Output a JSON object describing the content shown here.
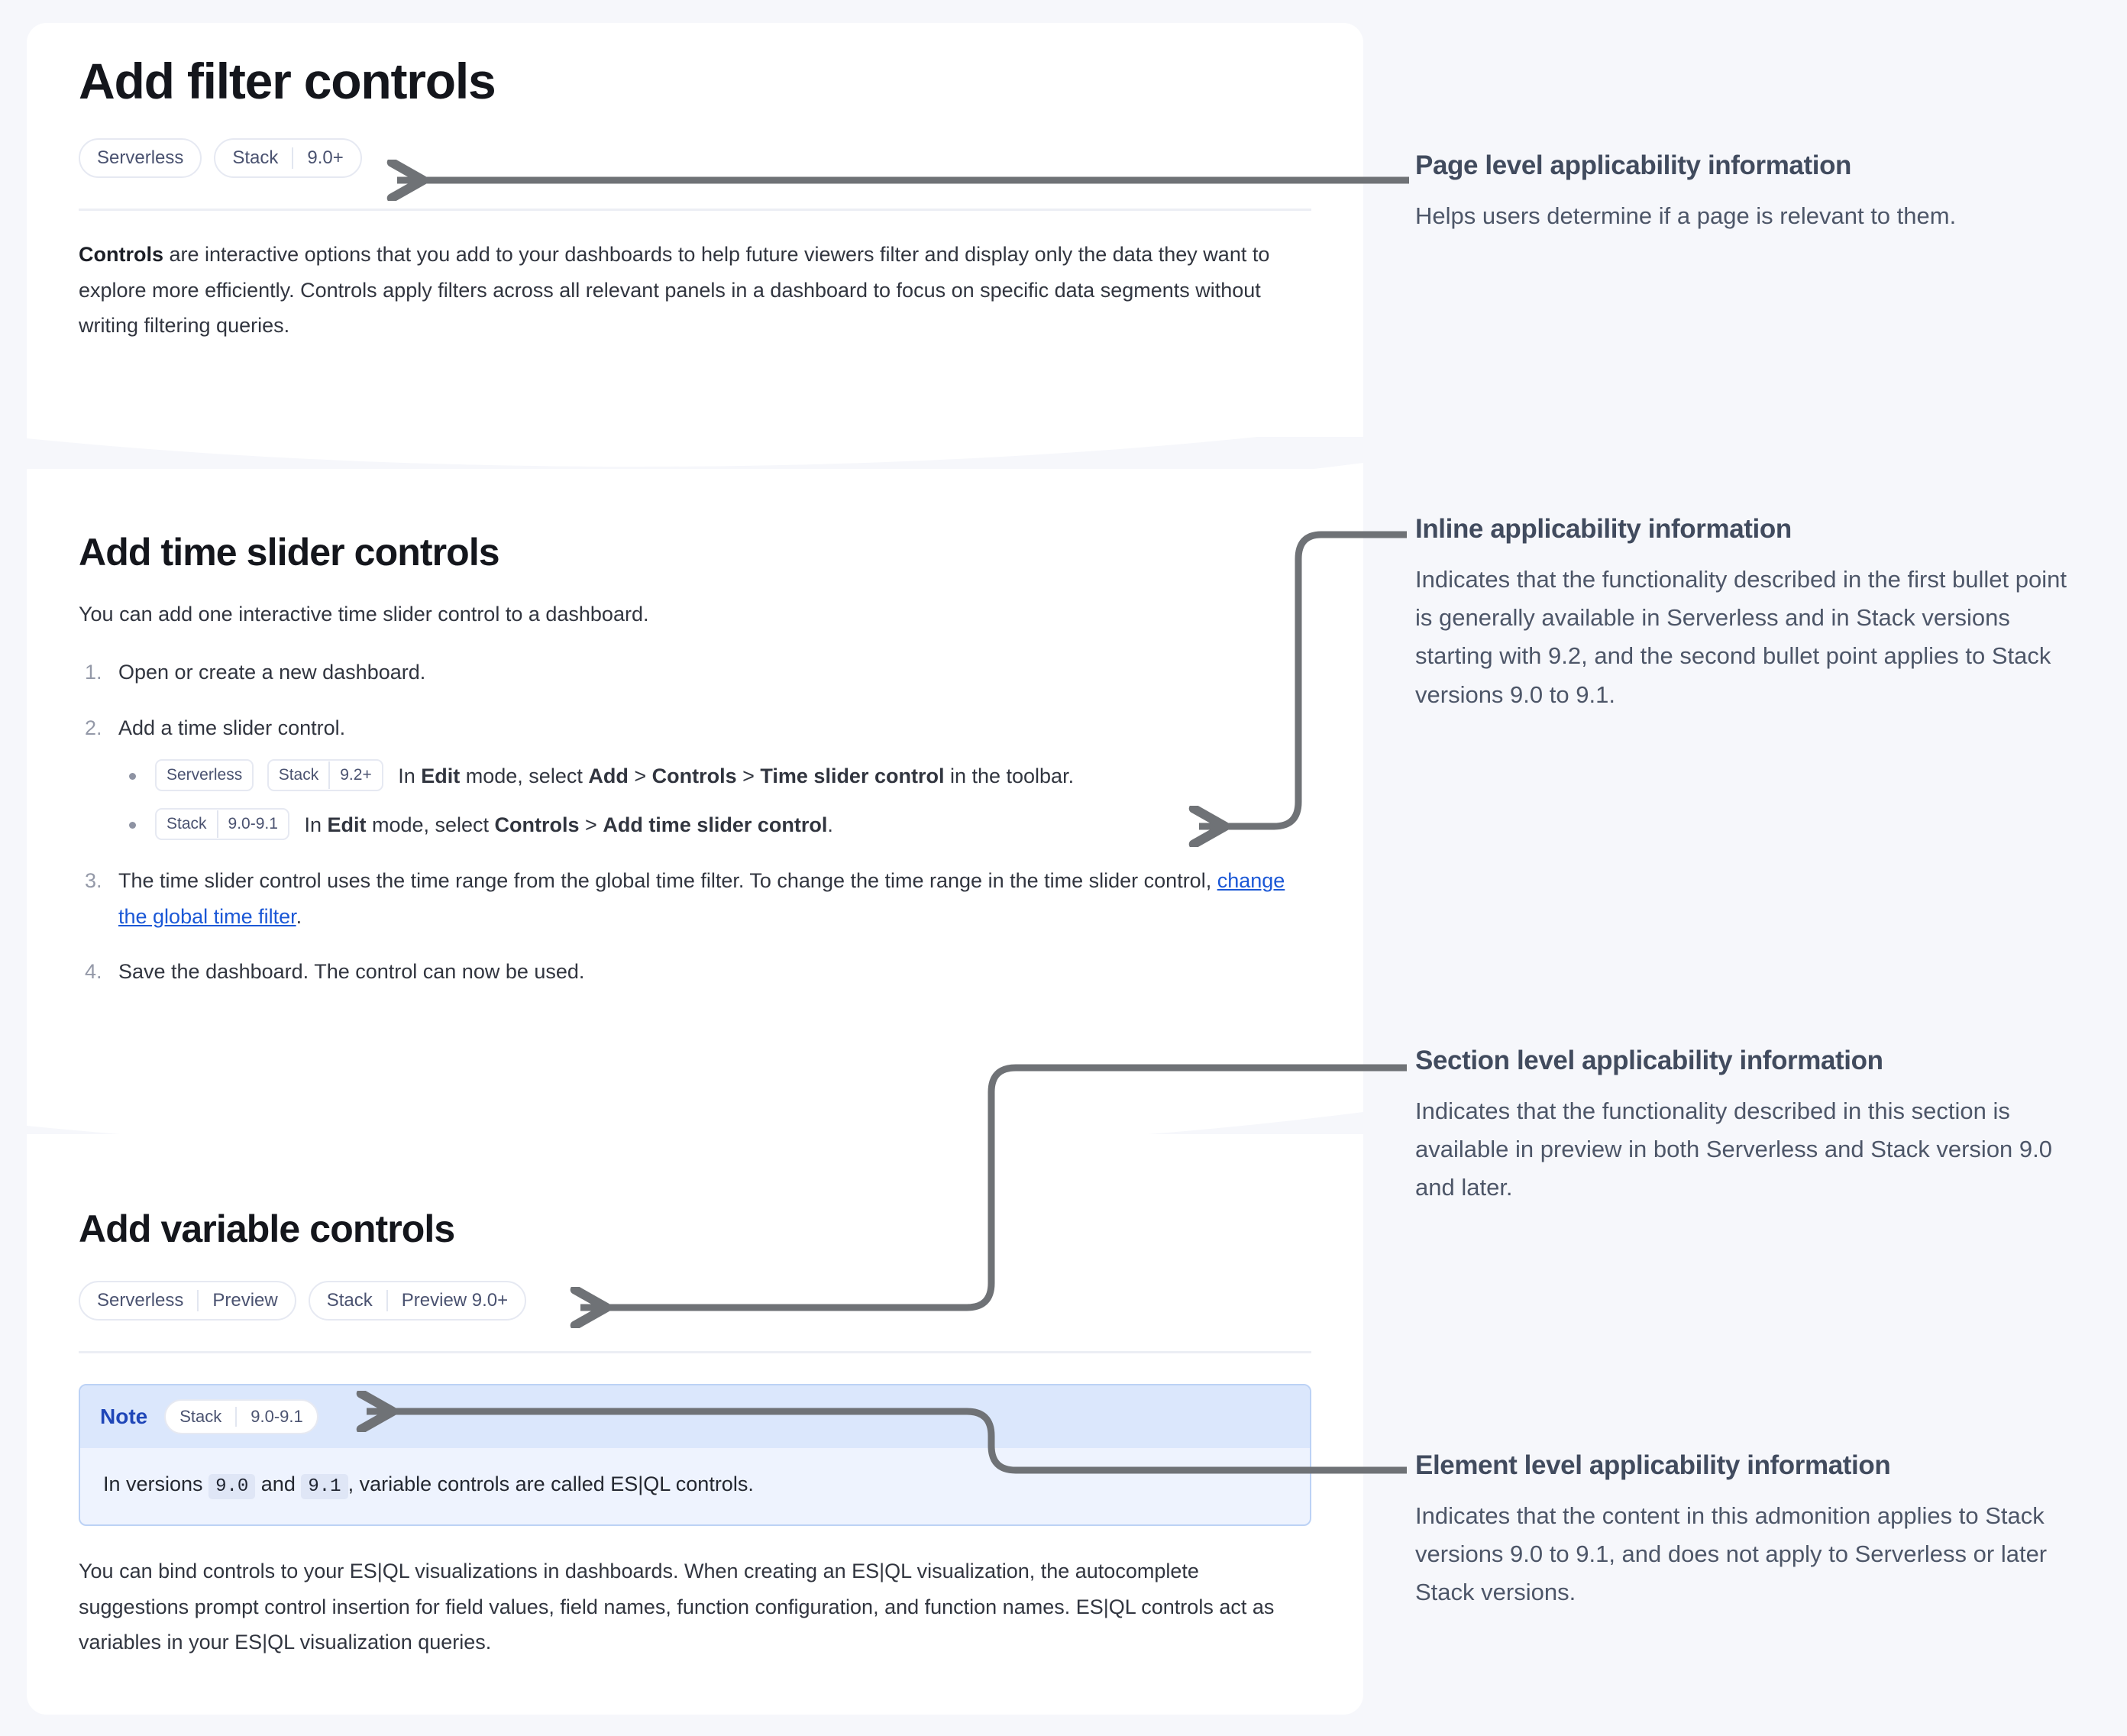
{
  "page": {
    "title": "Add filter controls",
    "applicability": [
      {
        "segments": [
          "Serverless"
        ]
      },
      {
        "segments": [
          "Stack",
          "9.0+"
        ]
      }
    ],
    "intro": {
      "lead": "Controls",
      "rest": " are interactive options that you add to your dashboards to help future viewers filter and display only the data they want to explore more efficiently. Controls apply filters across all relevant panels in a dashboard to focus on specific data segments without writing filtering queries."
    }
  },
  "section_time_slider": {
    "heading": "Add time slider controls",
    "intro": "You can add one interactive time slider control to a dashboard.",
    "steps": [
      {
        "num": "1.",
        "text": "Open or create a new dashboard."
      },
      {
        "num": "2.",
        "text": "Add a time slider control."
      },
      {
        "num": "3.",
        "text_before": "The time slider control uses the time range from the global time filter. To change the time range in the time slider control, ",
        "link": "change the global time filter",
        "text_after": "."
      },
      {
        "num": "4.",
        "text": "Save the dashboard. The control can now be used."
      }
    ],
    "bullets": [
      {
        "badges": [
          {
            "segments": [
              "Serverless"
            ]
          },
          {
            "segments": [
              "Stack",
              "9.2+"
            ]
          }
        ],
        "parts": [
          {
            "t": "In ",
            "b": false
          },
          {
            "t": "Edit",
            "b": true
          },
          {
            "t": " mode, select ",
            "b": false
          },
          {
            "t": "Add",
            "b": true
          },
          {
            "t": " > ",
            "b": false
          },
          {
            "t": "Controls",
            "b": true
          },
          {
            "t": " > ",
            "b": false
          },
          {
            "t": "Time slider control",
            "b": true
          },
          {
            "t": " in the toolbar.",
            "b": false
          }
        ]
      },
      {
        "badges": [
          {
            "segments": [
              "Stack",
              "9.0-9.1"
            ]
          }
        ],
        "parts": [
          {
            "t": "In ",
            "b": false
          },
          {
            "t": "Edit",
            "b": true
          },
          {
            "t": " mode, select ",
            "b": false
          },
          {
            "t": "Controls",
            "b": true
          },
          {
            "t": " > ",
            "b": false
          },
          {
            "t": "Add time slider control",
            "b": true
          },
          {
            "t": ".",
            "b": false
          }
        ]
      }
    ]
  },
  "section_variable": {
    "heading": "Add variable controls",
    "applicability": [
      {
        "segments": [
          "Serverless",
          "Preview"
        ]
      },
      {
        "segments": [
          "Stack",
          "Preview 9.0+"
        ]
      }
    ],
    "note": {
      "title": "Note",
      "badge": {
        "segments": [
          "Stack",
          "9.0-9.1"
        ]
      },
      "body_before": "In versions ",
      "code_1": "9.0",
      "body_mid": " and ",
      "code_2": "9.1",
      "body_after": ", variable controls are called ES|QL controls."
    },
    "paragraph": "You can bind controls to your ES|QL visualizations in dashboards. When creating an ES|QL visualization, the autocomplete suggestions prompt control insertion for field values, field names, function configuration, and function names. ES|QL controls act as variables in your ES|QL visualization queries."
  },
  "annotations": [
    {
      "title": "Page level applicability information",
      "text": "Helps users determine if a page is relevant to them."
    },
    {
      "title": "Inline applicability information",
      "text": "Indicates that the functionality described in the first bullet point is generally available in Serverless and in Stack versions starting with 9.2, and the second bullet point applies to Stack versions 9.0 to 9.1."
    },
    {
      "title": "Section level applicability information",
      "text": "Indicates that the functionality described in this section is available in preview in both Serverless and Stack version 9.0 and later."
    },
    {
      "title": "Element level applicability information",
      "text": "Indicates that the content in this admonition applies to Stack versions 9.0 to 9.1, and does not apply to Serverless or later Stack versions."
    }
  ],
  "colors": {
    "page_background": "#f6f7fb",
    "panel_background": "#ffffff",
    "connector": "#6f7276",
    "link": "#1a57d6",
    "note_header": "#dbe7fc",
    "note_body": "#eef3fe",
    "note_border": "#bcd2f5",
    "note_title": "#1f46b8",
    "badge_text": "#4a5270",
    "annotation_title": "#414b5e",
    "annotation_text": "#4d5668"
  }
}
